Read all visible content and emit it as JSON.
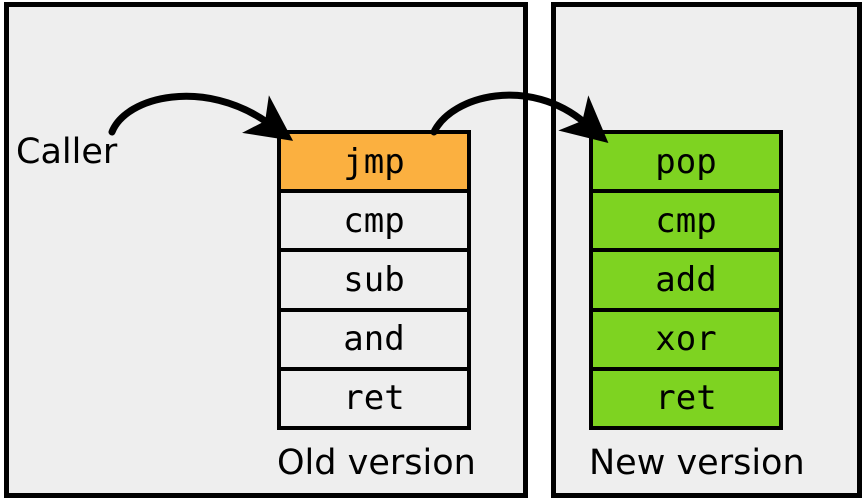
{
  "diagram": {
    "caller_label": "Caller",
    "colors": {
      "panel_background": "#eeeeee",
      "page_background": "#ffffff",
      "outline": "#000000",
      "highlight_old": "#fbb040",
      "highlight_new": "#7ed321"
    },
    "panels": [
      {
        "id": "old",
        "caption": "Old version",
        "instructions": [
          {
            "text": "jmp",
            "highlight": "orange"
          },
          {
            "text": "cmp",
            "highlight": "none"
          },
          {
            "text": "sub",
            "highlight": "none"
          },
          {
            "text": "and",
            "highlight": "none"
          },
          {
            "text": "ret",
            "highlight": "none"
          }
        ]
      },
      {
        "id": "new",
        "caption": "New version",
        "instructions": [
          {
            "text": "pop",
            "highlight": "green"
          },
          {
            "text": "cmp",
            "highlight": "green"
          },
          {
            "text": "add",
            "highlight": "green"
          },
          {
            "text": "xor",
            "highlight": "green"
          },
          {
            "text": "ret",
            "highlight": "green"
          }
        ]
      }
    ],
    "arrows": [
      {
        "id": "caller-to-jmp",
        "from": "Caller",
        "to": "jmp"
      },
      {
        "id": "jmp-to-pop",
        "from": "jmp",
        "to": "pop"
      }
    ]
  }
}
